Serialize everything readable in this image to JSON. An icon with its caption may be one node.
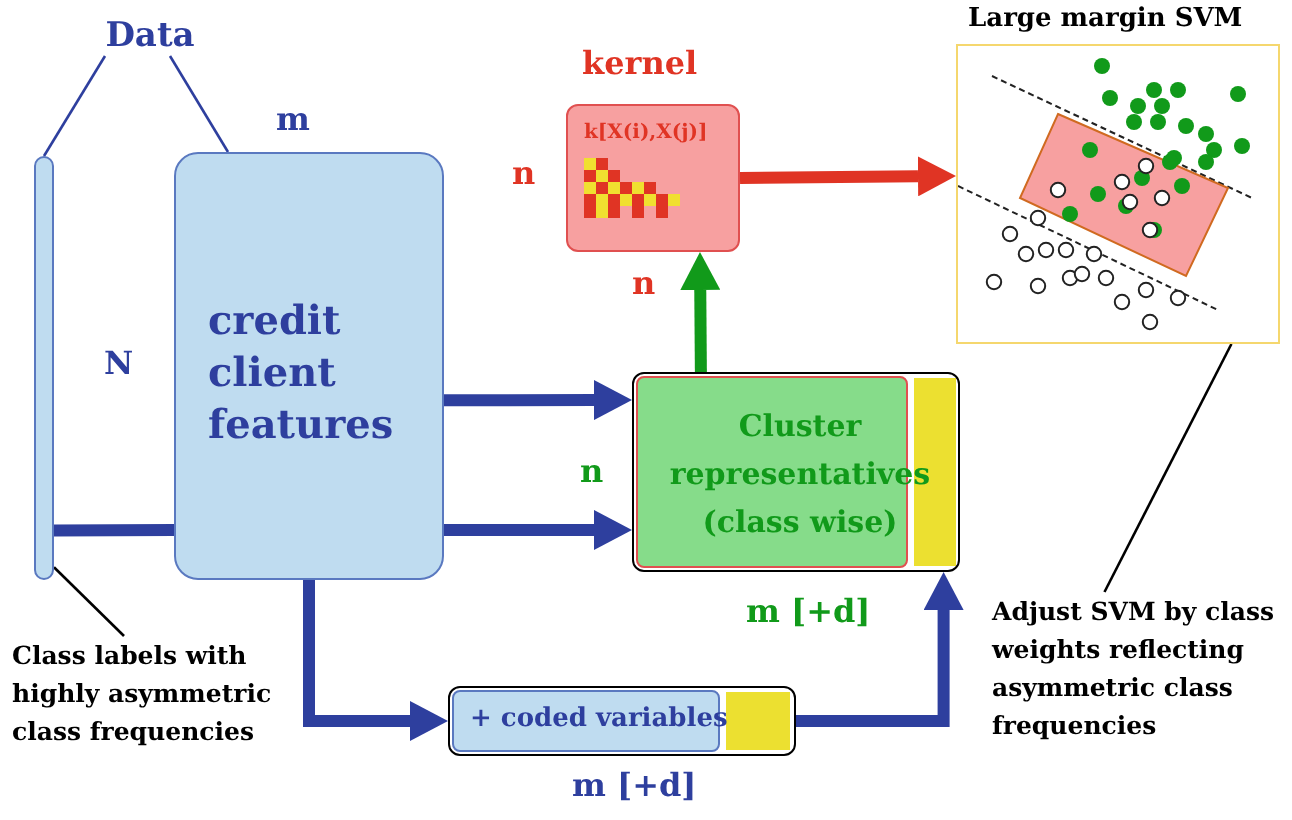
{
  "diagram": {
    "nodes": [
      {
        "text": [
          "Data"
        ]
      },
      {
        "text": [],
        "shape": "bar"
      },
      {
        "text": [
          "credit client features"
        ],
        "beside": [
          "m",
          "N"
        ]
      },
      {
        "text": [
          "kernel",
          "k[X(i),X(j)]"
        ],
        "beside": [
          "n",
          "n"
        ]
      },
      {
        "text": [
          "Large margin SVM"
        ]
      },
      {
        "text": [
          "Cluster representatives (class wise)"
        ],
        "beside": [
          "n",
          "m [+d]"
        ]
      },
      {
        "text": [
          "+ coded variables"
        ],
        "beside": [
          "m [+d]"
        ]
      },
      {
        "text": [
          "Class labels with highly asymmetric class frequencies"
        ]
      },
      {
        "text": [
          "Adjust SVM by class weights reflecting asymmetric class frequencies"
        ]
      },
      {
        "text": [],
        "shape": "bar",
        "in": 5
      },
      {
        "text": [],
        "shape": "bar",
        "in": 6
      }
    ],
    "edges": [
      {
        "from": 0,
        "to": 1,
        "arrow": "none"
      },
      {
        "from": 0,
        "to": 2,
        "arrow": "none"
      },
      {
        "from": 7,
        "to": 1,
        "arrow": "none",
        "color": "#000000"
      },
      {
        "from": 8,
        "to": 4,
        "arrow": "none",
        "color": "#000000"
      },
      {
        "from": 2,
        "to": 5,
        "arrow": "to"
      },
      {
        "from": 1,
        "to": 2,
        "arrow": "none"
      },
      {
        "from": 2,
        "to": 6,
        "arrow": "to"
      },
      {
        "from": 6,
        "to": 5,
        "arrow": "to"
      },
      {
        "from": 5,
        "to": 3,
        "arrow": "to",
        "color": "#119a1a"
      },
      {
        "from": 3,
        "to": 4,
        "arrow": "to",
        "color": "#e03424"
      },
      {
        "from": 2,
        "to": 5,
        "arrow": "to"
      }
    ]
  }
}
